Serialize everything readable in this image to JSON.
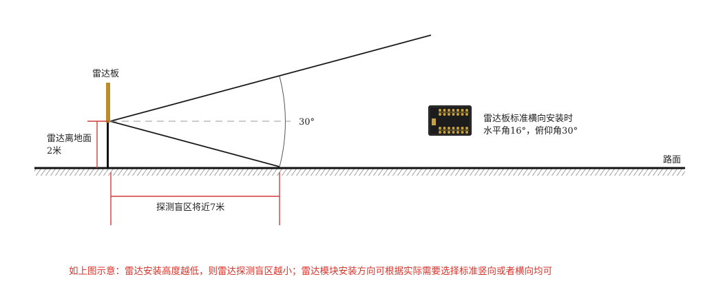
{
  "labels": {
    "radar_board": "雷达板",
    "height_line1": "雷达离地面",
    "height_line2": "2米",
    "angle": "30°",
    "install_line1": "雷达板标准横向安装时",
    "install_line2": "水平角16°，俯仰角30°",
    "road": "路面",
    "blind_zone": "探测盲区将近7米"
  },
  "caption": "如上图示意：雷达安装高度越低，则雷达探测盲区越小；雷达模块安装方向可根据实际需要选择标准竖向或者横向均可",
  "colors": {
    "ground": "#111111",
    "hatch": "#9a9a9a",
    "beam": "#1a1a1a",
    "dimension": "#d33a3a",
    "caption": "#d9342b",
    "pole": "#111111",
    "board": "#b98d2a",
    "module": "#1c1c1c",
    "module_contacts": "#c9a13a"
  }
}
